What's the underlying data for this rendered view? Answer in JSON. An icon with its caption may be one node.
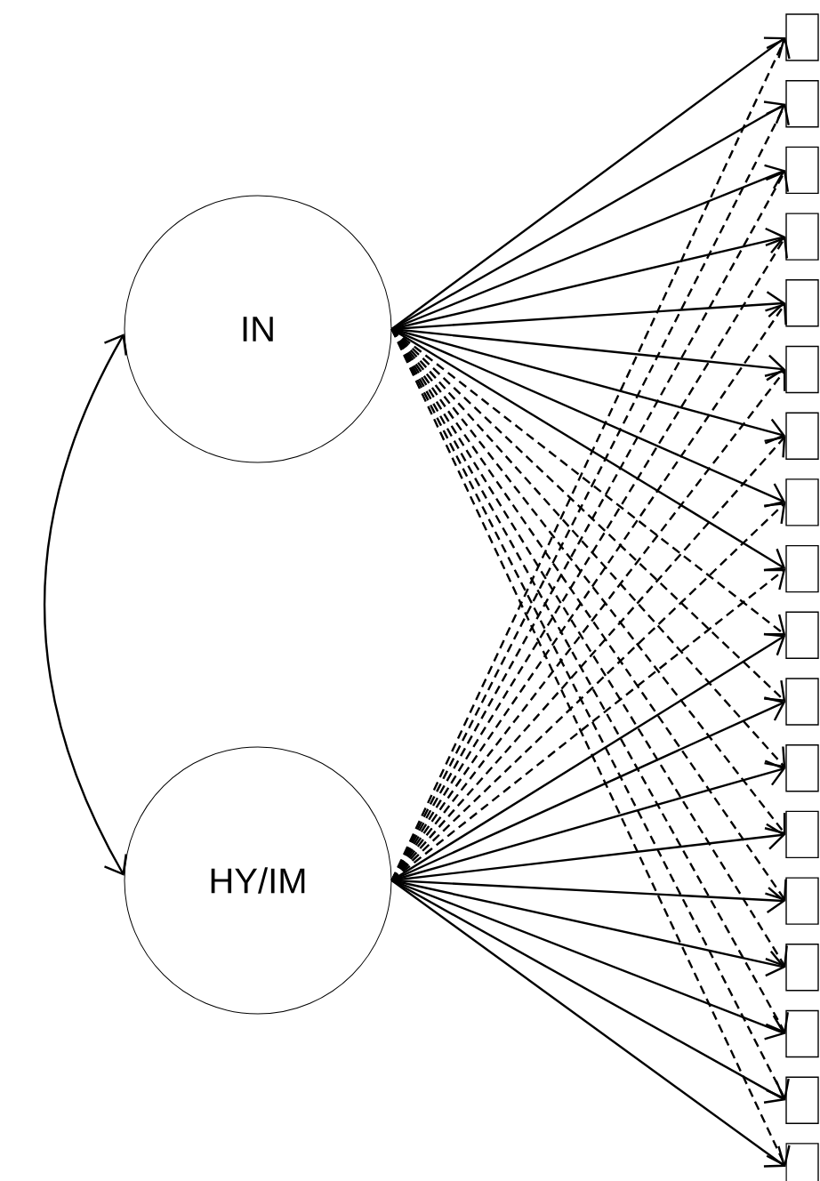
{
  "diagram": {
    "nodes": [
      {
        "text": [
          "IN"
        ]
      },
      {
        "text": [
          "HY/IM"
        ]
      },
      {
        "text": [],
        "shape": "box"
      },
      {
        "text": [],
        "shape": "box"
      },
      {
        "text": [],
        "shape": "box"
      },
      {
        "text": [],
        "shape": "box"
      },
      {
        "text": [],
        "shape": "box"
      },
      {
        "text": [],
        "shape": "box"
      },
      {
        "text": [],
        "shape": "box"
      },
      {
        "text": [],
        "shape": "box"
      },
      {
        "text": [],
        "shape": "box"
      },
      {
        "text": [],
        "shape": "box"
      },
      {
        "text": [],
        "shape": "box"
      },
      {
        "text": [],
        "shape": "box"
      },
      {
        "text": [],
        "shape": "box"
      },
      {
        "text": [],
        "shape": "box"
      },
      {
        "text": [],
        "shape": "box"
      },
      {
        "text": [],
        "shape": "box"
      },
      {
        "text": [],
        "shape": "box"
      },
      {
        "text": [],
        "shape": "box"
      }
    ],
    "edges": [
      {
        "from": 0,
        "to": 1,
        "arrow": "both"
      },
      {
        "from": 0,
        "to": 2,
        "arrow": "to"
      },
      {
        "from": 0,
        "to": 3,
        "arrow": "to"
      },
      {
        "from": 0,
        "to": 4,
        "arrow": "to"
      },
      {
        "from": 0,
        "to": 5,
        "arrow": "to"
      },
      {
        "from": 0,
        "to": 6,
        "arrow": "to"
      },
      {
        "from": 0,
        "to": 7,
        "arrow": "to"
      },
      {
        "from": 0,
        "to": 8,
        "arrow": "to"
      },
      {
        "from": 0,
        "to": 9,
        "arrow": "to"
      },
      {
        "from": 0,
        "to": 10,
        "arrow": "to"
      },
      {
        "from": 0,
        "to": 11,
        "arrow": "to",
        "style": "dashed"
      },
      {
        "from": 0,
        "to": 12,
        "arrow": "to",
        "style": "dashed"
      },
      {
        "from": 0,
        "to": 13,
        "arrow": "to",
        "style": "dashed"
      },
      {
        "from": 0,
        "to": 14,
        "arrow": "to",
        "style": "dashed"
      },
      {
        "from": 0,
        "to": 15,
        "arrow": "to",
        "style": "dashed"
      },
      {
        "from": 0,
        "to": 16,
        "arrow": "to",
        "style": "dashed"
      },
      {
        "from": 0,
        "to": 17,
        "arrow": "to",
        "style": "dashed"
      },
      {
        "from": 0,
        "to": 18,
        "arrow": "to",
        "style": "dashed"
      },
      {
        "from": 0,
        "to": 19,
        "arrow": "to",
        "style": "dashed"
      },
      {
        "from": 1,
        "to": 2,
        "arrow": "to",
        "style": "dashed"
      },
      {
        "from": 1,
        "to": 3,
        "arrow": "to",
        "style": "dashed"
      },
      {
        "from": 1,
        "to": 4,
        "arrow": "to",
        "style": "dashed"
      },
      {
        "from": 1,
        "to": 5,
        "arrow": "to",
        "style": "dashed"
      },
      {
        "from": 1,
        "to": 6,
        "arrow": "to",
        "style": "dashed"
      },
      {
        "from": 1,
        "to": 7,
        "arrow": "to",
        "style": "dashed"
      },
      {
        "from": 1,
        "to": 8,
        "arrow": "to",
        "style": "dashed"
      },
      {
        "from": 1,
        "to": 9,
        "arrow": "to",
        "style": "dashed"
      },
      {
        "from": 1,
        "to": 10,
        "arrow": "to",
        "style": "dashed"
      },
      {
        "from": 1,
        "to": 11,
        "arrow": "to"
      },
      {
        "from": 1,
        "to": 12,
        "arrow": "to"
      },
      {
        "from": 1,
        "to": 13,
        "arrow": "to"
      },
      {
        "from": 1,
        "to": 14,
        "arrow": "to"
      },
      {
        "from": 1,
        "to": 15,
        "arrow": "to"
      },
      {
        "from": 1,
        "to": 16,
        "arrow": "to"
      },
      {
        "from": 1,
        "to": 17,
        "arrow": "to"
      },
      {
        "from": 1,
        "to": 18,
        "arrow": "to"
      },
      {
        "from": 1,
        "to": 19,
        "arrow": "to"
      }
    ]
  }
}
